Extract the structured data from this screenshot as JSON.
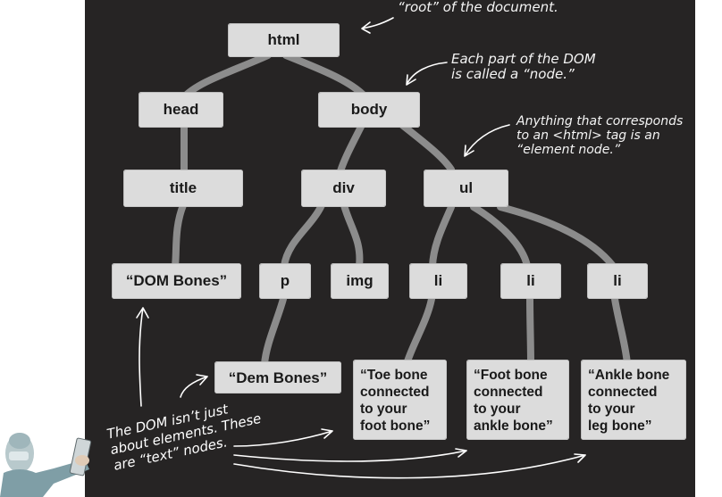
{
  "nodes": {
    "html": "html",
    "head": "head",
    "body": "body",
    "title": "title",
    "div": "div",
    "ul": "ul",
    "dom_bones": "“DOM Bones”",
    "p": "p",
    "img": "img",
    "li1": "li",
    "li2": "li",
    "li3": "li",
    "dem_bones": "“Dem Bones”",
    "toe_bone": "“Toe bone\nconnected\nto your\nfoot bone”",
    "foot_bone": "“Foot bone\nconnected\nto your\nankle bone”",
    "ankle_bone": "“Ankle bone\nconnected\nto your\nleg bone”"
  },
  "notes": {
    "root": "The <html> tag is the\n“root” of the document.",
    "node": "Each part of the DOM\nis called a “node.”",
    "element": "Anything that corresponds\nto an <html> tag is an\n“element node.”",
    "text": "The DOM isn’t just\nabout elements. These\nare “text” nodes."
  },
  "colors": {
    "board": "#262424",
    "node_fill": "#dcdcdc",
    "edge": "#8a8a8a",
    "annotation": "#ffffff"
  }
}
